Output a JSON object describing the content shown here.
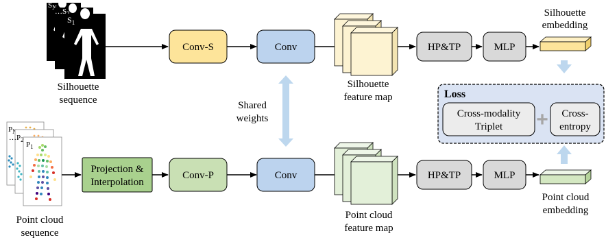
{
  "silhouette": {
    "frames": [
      "S_N",
      "S_2",
      "S_1"
    ],
    "frame_labels": {
      "n": "S",
      "n_sub": "N",
      "two": "S",
      "two_sub": "2",
      "one": "S",
      "one_sub": "1",
      "dots": "…"
    },
    "input_label_1": "Silhouette",
    "input_label_2": "sequence",
    "conv_s": "Conv-S",
    "conv": "Conv",
    "feature_label_1": "Silhouette",
    "feature_label_2": "feature map",
    "hptp": "HP&TP",
    "mlp": "MLP",
    "embedding_label_1": "Silhouette",
    "embedding_label_2": "embedding"
  },
  "shared": {
    "label_1": "Shared",
    "label_2": "weights"
  },
  "pointcloud": {
    "frame_labels": {
      "n": "P",
      "n_sub": "N",
      "two": "P",
      "two_sub": "2",
      "one": "P",
      "one_sub": "1",
      "dots": "…"
    },
    "input_label_1": "Point cloud",
    "input_label_2": "sequence",
    "projection_1": "Projection &",
    "projection_2": "Interpolation",
    "conv_p": "Conv-P",
    "conv": "Conv",
    "feature_label_1": "Point cloud",
    "feature_label_2": "feature map",
    "hptp": "HP&TP",
    "mlp": "MLP",
    "embedding_label_1": "Point cloud",
    "embedding_label_2": "embedding"
  },
  "loss": {
    "title": "Loss",
    "triplet_1": "Cross-modality",
    "triplet_2": "Triplet",
    "ce_1": "Cross-",
    "ce_2": "entropy",
    "plus": "+"
  },
  "colors": {
    "conv_s": "#fde49a",
    "conv": "#bcd3ee",
    "conv_p": "#c9e0b4",
    "projection": "#a9d18e",
    "sil_feature": "#fdf3d2",
    "pc_feature": "#e3f0d9",
    "grey_box": "#d9d9d9",
    "loss_bg": "#dae3f3",
    "loss_inner": "#ececec",
    "light_arrow": "#bdd7ee"
  }
}
